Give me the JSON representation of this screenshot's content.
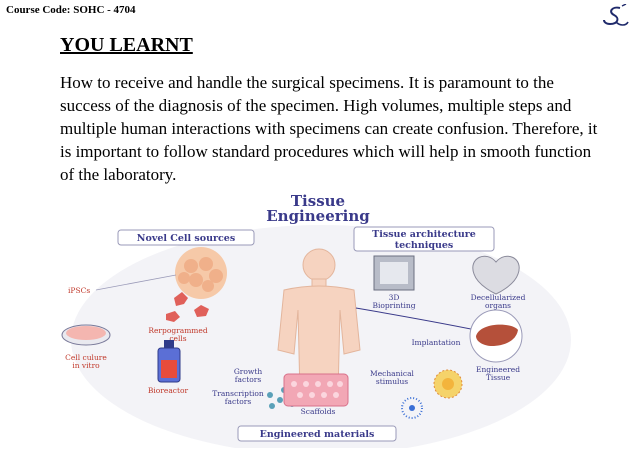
{
  "header": {
    "course_code": "Course Code: SOHC - 4704"
  },
  "content": {
    "heading": "YOU LEARNT",
    "paragraph": "How to receive and handle the surgical specimens. It is paramount to the success of the diagnosis of the specimen. High volumes, multiple steps and multiple human interactions with specimens can create confusion. Therefore, it is important to follow standard procedures which will help in smooth function of the laboratory."
  },
  "figure": {
    "title_line1": "Tissue",
    "title_line2": "Engineering",
    "box_novel": "Novel Cell sources",
    "box_arch_1": "Tissue architecture",
    "box_arch_2": "techniques",
    "box_materials": "Engineered materials",
    "ipscs": "iPSCs",
    "reprog_1": "Rerpogrammed",
    "reprog_2": "cells",
    "culture_1": "Cell culure",
    "culture_2": "in vitro",
    "bioreactor": "Bioreactor",
    "growth_1": "Growth",
    "growth_2": "factors",
    "transcription_1": "Transcription",
    "transcription_2": "factors",
    "scaffolds": "Scaffolds",
    "mechanical_1": "Mechanical",
    "mechanical_2": "stimulus",
    "bioprinting_1": "3D",
    "bioprinting_2": "Bioprinting",
    "decell_1": "Decellularized",
    "decell_2": "organs",
    "implantation": "Implantation",
    "engineered_1": "Engineered",
    "engineered_2": "Tissue"
  }
}
